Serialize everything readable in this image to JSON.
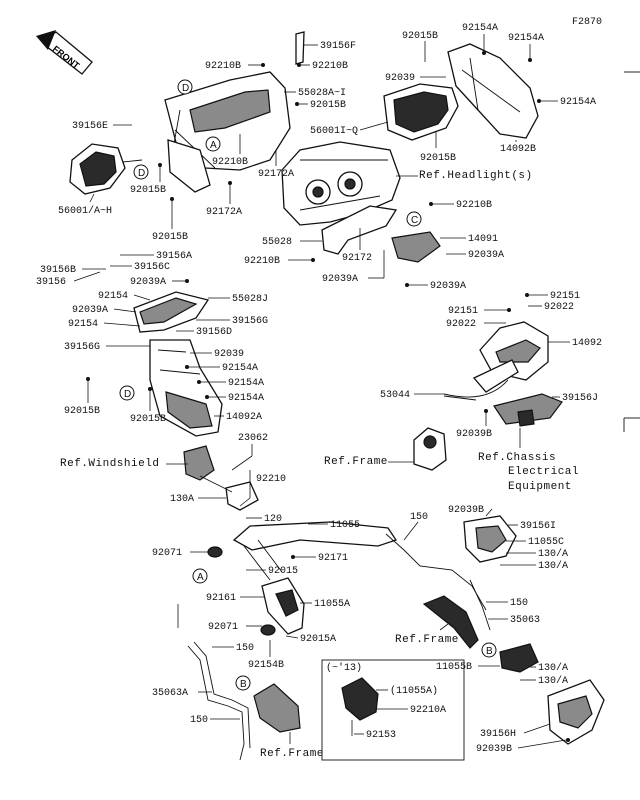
{
  "figure_code": "F2870",
  "front_label": "FRONT",
  "callouts": [
    "A",
    "B",
    "C",
    "D"
  ],
  "refs": {
    "headlight": "Ref.Headlight(s)",
    "windshield": "Ref.Windshield",
    "frame_mid": "Ref.Frame",
    "frame_right": "Ref.Frame",
    "frame_bottom": "Ref.Frame",
    "chassis_1": "Ref.Chassis",
    "chassis_2": "Electrical",
    "chassis_3": "Equipment"
  },
  "inset": {
    "label": "(~'13)"
  },
  "parts": {
    "p39156F": "39156F",
    "p92210B_a": "92210B",
    "p92210B_b": "92210B",
    "p92015B_a": "92015B",
    "p92154A_a": "92154A",
    "p92154A_b": "92154A",
    "p92039_a": "92039",
    "p55028AI": "55028A~I",
    "p92015B_b": "92015B",
    "p92154A_c": "92154A",
    "p39156E": "39156E",
    "p56001IQ": "56001I~Q",
    "p14092B": "14092B",
    "p92210B_c": "92210B",
    "p92015B_c": "92015B",
    "p92172A_a": "92172A",
    "p92015B_d": "92015B",
    "p92172A_b": "92172A",
    "p56001AH": "56001/A~H",
    "p92015B_e": "92015B",
    "p92210B_d": "92210B",
    "p55028": "55028",
    "p14091": "14091",
    "p92210B_e": "92210B",
    "p92039A_a": "92039A",
    "p92172": "92172",
    "p92039A_b": "92039A",
    "p92039A_c": "92039A",
    "p39156A": "39156A",
    "p39156B": "39156B",
    "p39156C": "39156C",
    "p39156": "39156",
    "p92039A_d": "92039A",
    "p92154_a": "92154",
    "p55028J": "55028J",
    "p92039A_e": "92039A",
    "p39156G_a": "39156G",
    "p92154_b": "92154",
    "p39156D": "39156D",
    "p39156G_b": "39156G",
    "p92039_b": "92039",
    "p92154A_d": "92154A",
    "p92154A_e": "92154A",
    "p92015B_f": "92015B",
    "p92154A_f": "92154A",
    "p92015B_g": "92015B",
    "p14092A": "14092A",
    "p92151_a": "92151",
    "p92151_b": "92151",
    "p92022_a": "92022",
    "p92022_b": "92022",
    "p14092": "14092",
    "p53044": "53044",
    "p39156J": "39156J",
    "p92039B_a": "92039B",
    "p23062": "23062",
    "p92210": "92210",
    "p130A_a": "130A",
    "p120": "120",
    "p11055": "11055",
    "p150_a": "150",
    "p92039B_b": "92039B",
    "p39156I": "39156I",
    "p11055C": "11055C",
    "p130A_b": "130/A",
    "p130A_c": "130/A",
    "p92071_a": "92071",
    "p92171": "92171",
    "p92015": "92015",
    "p92161": "92161",
    "p11055A": "11055A",
    "p150_b": "150",
    "p35063": "35063",
    "p92071_b": "92071",
    "p92015A": "92015A",
    "p150_c": "150",
    "p92154B": "92154B",
    "p11055B": "11055B",
    "p130A_d": "130/A",
    "p130A_e": "130/A",
    "p35063A": "35063A",
    "p150_d": "150",
    "p11055A_paren": "(11055A)",
    "p92210A": "92210A",
    "p92153": "92153",
    "p39156H": "39156H",
    "p92039B_c": "92039B"
  }
}
